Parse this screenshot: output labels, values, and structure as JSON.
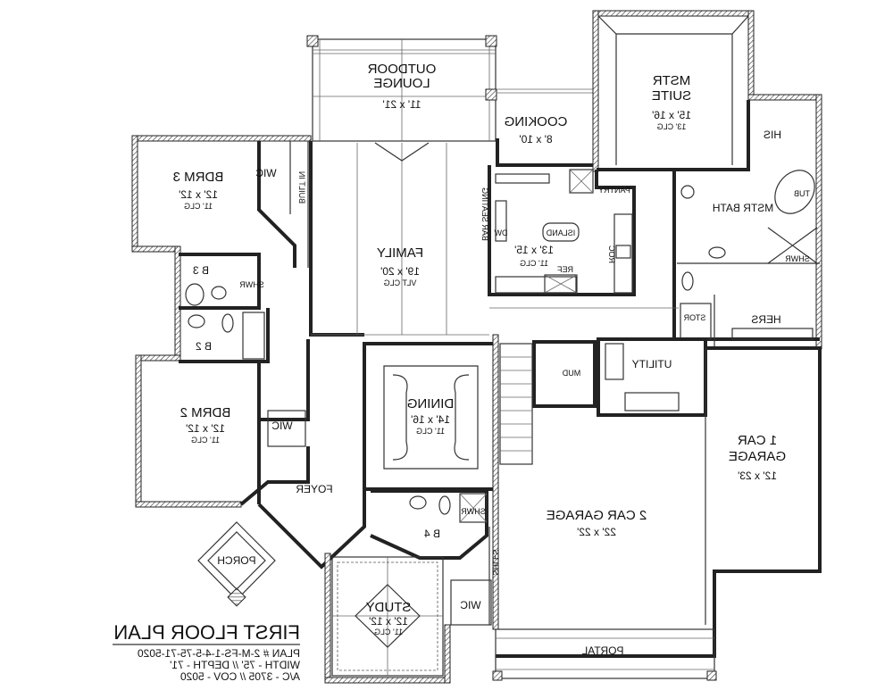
{
  "plan_title": "FIRST FLOOR PLAN",
  "plan_info": [
    "PLAN # 2-M-FS-1-4-5-75-71-5020",
    "WIDTH - 75' // DEPTH - 71'",
    "A/C - 3705 // COV - 5020"
  ],
  "rooms": {
    "outdoor_lounge": {
      "name1": "OUTDOOR",
      "name2": "LOUNGE",
      "dims": "11' x 21'"
    },
    "cooking": {
      "name": "COOKING",
      "dims": "8' x 10'"
    },
    "mstr_suite": {
      "name1": "MSTR",
      "name2": "SUITE",
      "dims": "15' x 16'",
      "clg": "13' CLG"
    },
    "his": {
      "name": "HIS"
    },
    "mstr_bath": {
      "name": "MSTR BATH"
    },
    "tub": {
      "name": "TUB"
    },
    "shwr_master": {
      "name": "SHWR"
    },
    "hers": {
      "name": "HERS"
    },
    "stor": {
      "name": "STOR"
    },
    "pantry": {
      "name": "PANTRY"
    },
    "kitchen": {
      "dims": "13' x 15'",
      "clg": "11' CLG",
      "island": "ISLAND",
      "ref": "REF",
      "roc": "ROC",
      "bar": "BAR SEATING",
      "dw": "DW"
    },
    "family": {
      "name": "FAMILY",
      "dims": "19' x 20'",
      "clg": "VLT CLG"
    },
    "bdrm3": {
      "name": "BDRM 3",
      "dims": "12' x 12'",
      "clg": "11' CLG"
    },
    "wic3": {
      "name": "WIC"
    },
    "built_in": {
      "name": "BUILT IN"
    },
    "b3": {
      "name": "B 3"
    },
    "shwr_b3": {
      "name": "SHWR"
    },
    "b2": {
      "name": "B 2"
    },
    "bdrm2": {
      "name": "BDRM 2",
      "dims": "12' x 12'",
      "clg": "11' CLG"
    },
    "wic2": {
      "name": "WIC"
    },
    "dining": {
      "name": "DINING",
      "dims": "14' x 16'",
      "clg": "11' CLG"
    },
    "mud": {
      "name": "MUD"
    },
    "utility": {
      "name": "UTILITY"
    },
    "garage1": {
      "name1": "1 CAR",
      "name2": "GARAGE",
      "dims": "12' x 23'"
    },
    "garage2": {
      "name": "2 CAR GARAGE",
      "dims": "22' x 22'"
    },
    "foyer": {
      "name": "FOYER"
    },
    "porch": {
      "name": "PORCH"
    },
    "b4": {
      "name": "B 4"
    },
    "shwr_b4": {
      "name": "SHWR"
    },
    "shlfs": {
      "name": "SHLFS"
    },
    "wic_study": {
      "name": "WIC"
    },
    "study": {
      "name": "STUDY",
      "dims": "12' x 12'",
      "clg": "11' CLG"
    },
    "portal": {
      "name": "PORTAL"
    }
  }
}
